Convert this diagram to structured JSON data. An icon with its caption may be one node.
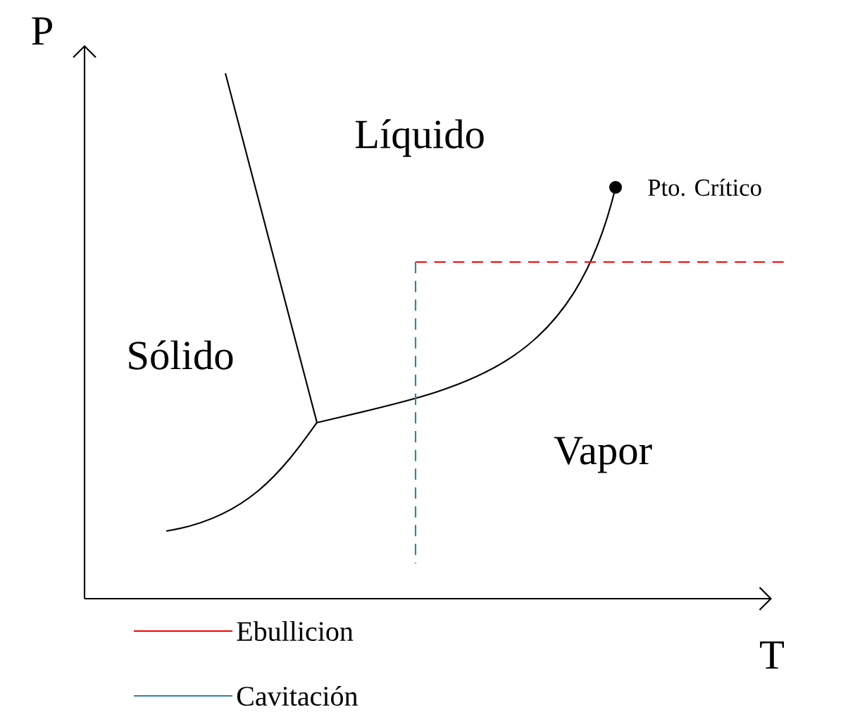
{
  "diagram": {
    "labels": [
      "P",
      "Líquido",
      "Pto. Crítico",
      "Sólido",
      "Vapor",
      "T"
    ],
    "legend": [
      {
        "text": "Ebullicion"
      },
      {
        "text": "Cavitación"
      }
    ]
  }
}
